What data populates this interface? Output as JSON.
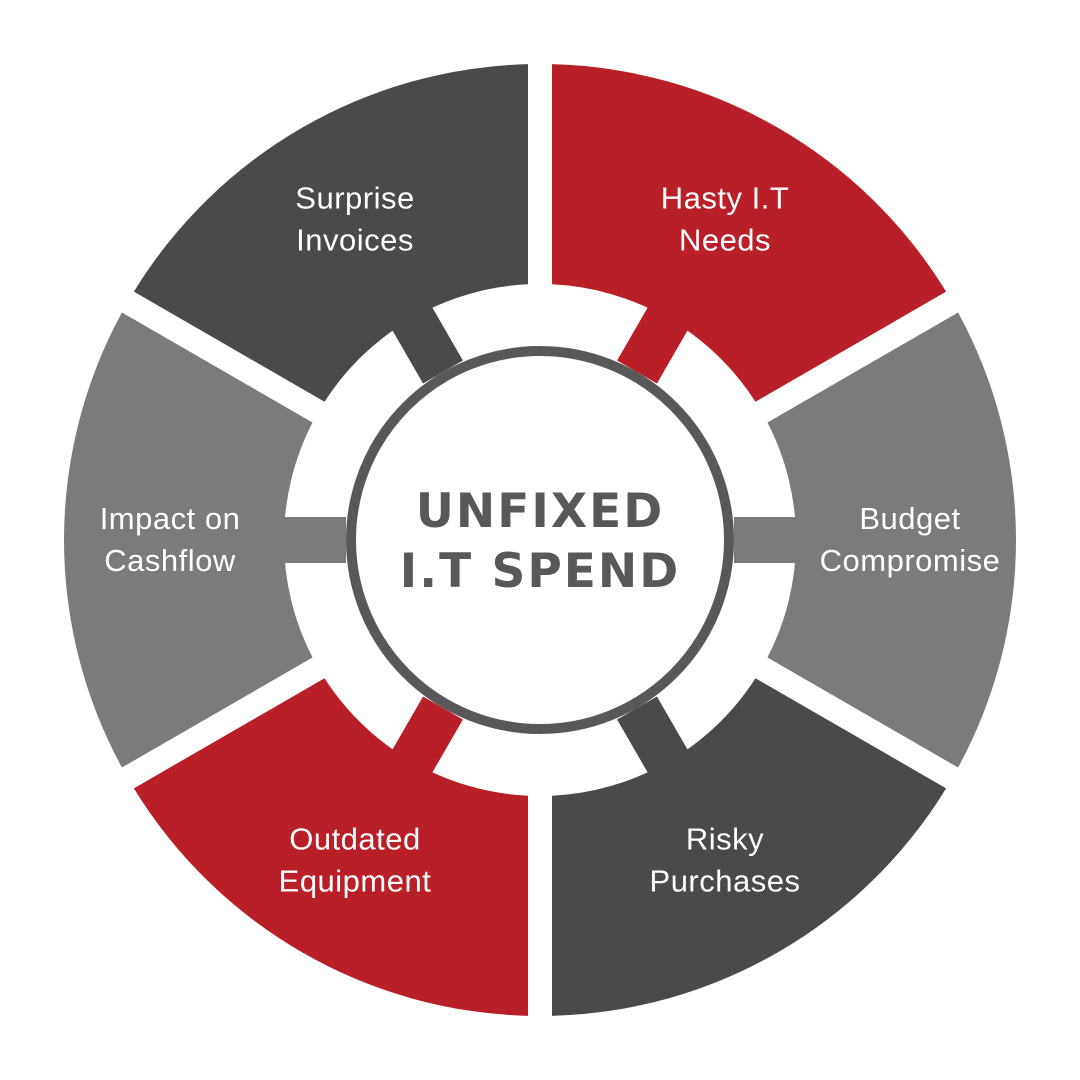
{
  "center": {
    "line1": "UNFIXED",
    "line2": "I.T SPEND",
    "ring_color": "#58585a",
    "text_color": "#58585a"
  },
  "segments": [
    {
      "id": "hasty",
      "lines": [
        "Hasty I.T",
        "Needs"
      ],
      "color": "#b91f27"
    },
    {
      "id": "budget",
      "lines": [
        "Budget",
        "Compromise"
      ],
      "color": "#7b7b7b"
    },
    {
      "id": "risky",
      "lines": [
        "Risky",
        "Purchases"
      ],
      "color": "#4a4a4a"
    },
    {
      "id": "outdated",
      "lines": [
        "Outdated",
        "Equipment"
      ],
      "color": "#b91f27"
    },
    {
      "id": "cashflow",
      "lines": [
        "Impact on",
        "Cashflow"
      ],
      "color": "#7b7b7b"
    },
    {
      "id": "surprise",
      "lines": [
        "Surprise",
        "Invoices"
      ],
      "color": "#4a4a4a"
    }
  ]
}
